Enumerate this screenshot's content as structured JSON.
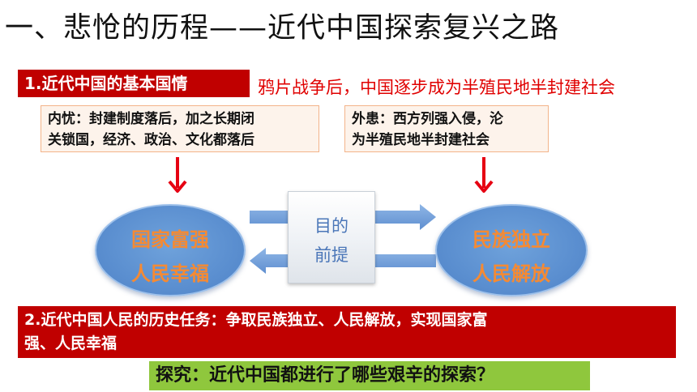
{
  "title": "一、悲怆的历程——近代中国探索复兴之路",
  "section1": {
    "header": "1.近代中国的基本国情",
    "statement": "鸦片战争后，中国逐步成为半殖民地半封建社会",
    "internal_box": {
      "lines": [
        "内忧：封建制度落后，加之长期闭",
        "关锁国，经济、政治、文化都落后"
      ]
    },
    "external_box": {
      "lines": [
        "外患：西方列强入侵，沦",
        "为半殖民地半封建社会"
      ]
    }
  },
  "diagram": {
    "left_ellipse": {
      "line1": "国家富强",
      "line2": "人民幸福"
    },
    "right_ellipse": {
      "line1": "民族独立",
      "line2": "人民解放"
    },
    "center_box": {
      "line1": "目的",
      "line2": "前提"
    }
  },
  "section2": {
    "lines": [
      "2.近代中国人民的历史任务：争取民族独立、人民解放，实现国家富",
      "强、人民幸福"
    ]
  },
  "explore": "探究：近代中国都进行了哪些艰辛的探索？",
  "colors": {
    "header_red": "#c00000",
    "statement_red": "#e00000",
    "ellipse_blue": "#5b8fd0",
    "ellipse_text_orange": "#f58a33",
    "explore_green": "#8fc73d",
    "arrow_red": "#e60012"
  }
}
